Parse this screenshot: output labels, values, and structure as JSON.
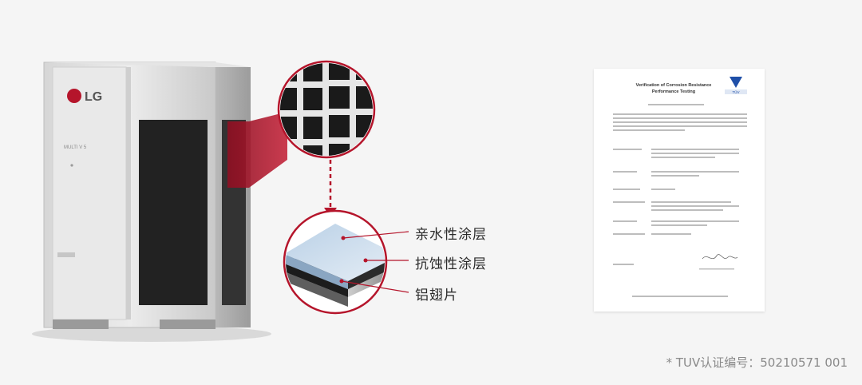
{
  "product": {
    "brand": "LG",
    "model_badge": "MULTI V 5"
  },
  "layers": [
    {
      "label": "亲水性涂层"
    },
    {
      "label": "抗蚀性涂层"
    },
    {
      "label": "铝翅片"
    }
  ],
  "certificate": {
    "title_line1": "Verification of Corrosion Resistance",
    "title_line2": "Performance Testing",
    "logo_text": "TÜV"
  },
  "footnote": "* TUV认证编号：50210571 001",
  "colors": {
    "accent_red": "#b5152b",
    "background": "#f5f5f5"
  }
}
